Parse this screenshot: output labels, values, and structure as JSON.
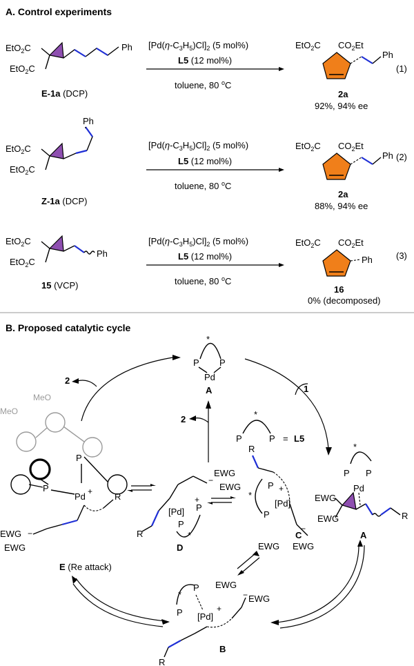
{
  "sectionA": {
    "title": "A. Control experiments",
    "condition_catalyst": "[Pd(η-C3H5)Cl]2 (5 mol%)",
    "condition_ligand_label": "L5",
    "condition_ligand_amount": "(12 mol%)",
    "condition_solvent": "toluene, 80 °C",
    "rxn1": {
      "substrate": "E-1a",
      "substrate_type": "(DCP)",
      "product": "2a",
      "result": "92%, 94% ee",
      "number": "(1)"
    },
    "rxn2": {
      "substrate": "Z-1a",
      "substrate_type": "(DCP)",
      "product": "2a",
      "result": "88%, 94% ee",
      "number": "(2)"
    },
    "rxn3": {
      "substrate": "15",
      "substrate_type": "(VCP)",
      "product": "16",
      "result": "0% (decomposed)",
      "number": "(3)"
    },
    "groups": {
      "ester": "EtO2C",
      "ester_right": "CO2Et",
      "phenyl": "Ph"
    }
  },
  "sectionB": {
    "title": "B. Proposed catalytic cycle",
    "species": {
      "A": "A",
      "B": "B",
      "C": "C",
      "D": "D",
      "E": "E",
      "E_note": "(Re attack)"
    },
    "labels": {
      "one": "1",
      "two": "2",
      "ligand": "L5",
      "equals": "=",
      "P": "P",
      "Pd": "Pd",
      "PdBr": "[Pd]",
      "EWG": "EWG",
      "R": "R",
      "MeO": "MeO",
      "star": "*",
      "plus": "+",
      "minus": "−"
    }
  },
  "colors": {
    "cyclopropane": "#8e4fb0",
    "cyclopentene": "#f07f1a",
    "alkene_highlight": "#1f2fd6",
    "ghost_ligand": "#9a9a9a"
  }
}
